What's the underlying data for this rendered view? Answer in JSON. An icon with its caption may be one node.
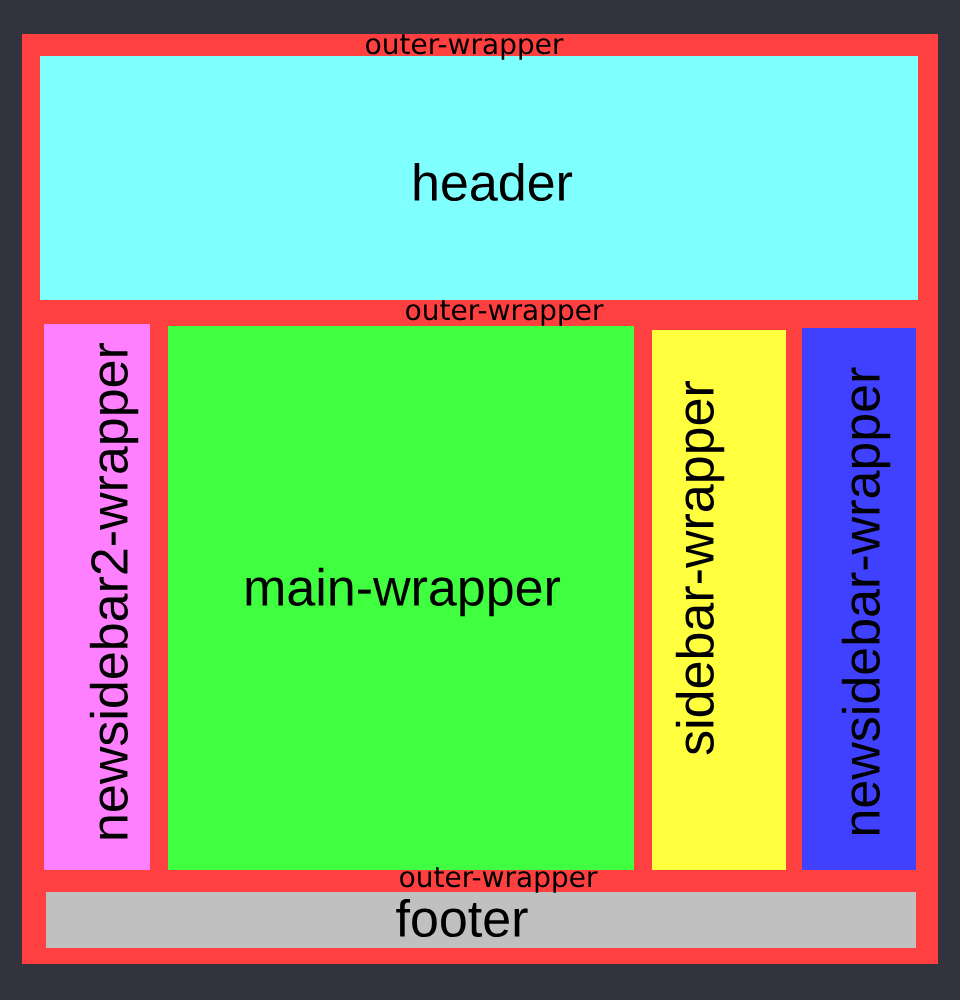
{
  "diagram": {
    "nodes": [
      {
        "text": [
          "outer-wrapper",
          "outer-wrapper",
          "outer-wrapper"
        ]
      },
      {
        "text": [
          "header"
        ],
        "in": 0
      },
      {
        "text": [
          "newsidebar2-wrapper"
        ],
        "in": 0
      },
      {
        "text": [
          "main-wrapper"
        ],
        "in": 0
      },
      {
        "text": [
          "sidebar-wrapper"
        ],
        "in": 0
      },
      {
        "text": [
          "newsidebar-wrapper"
        ],
        "in": 0
      },
      {
        "text": [
          "footer"
        ],
        "in": 0
      }
    ]
  }
}
